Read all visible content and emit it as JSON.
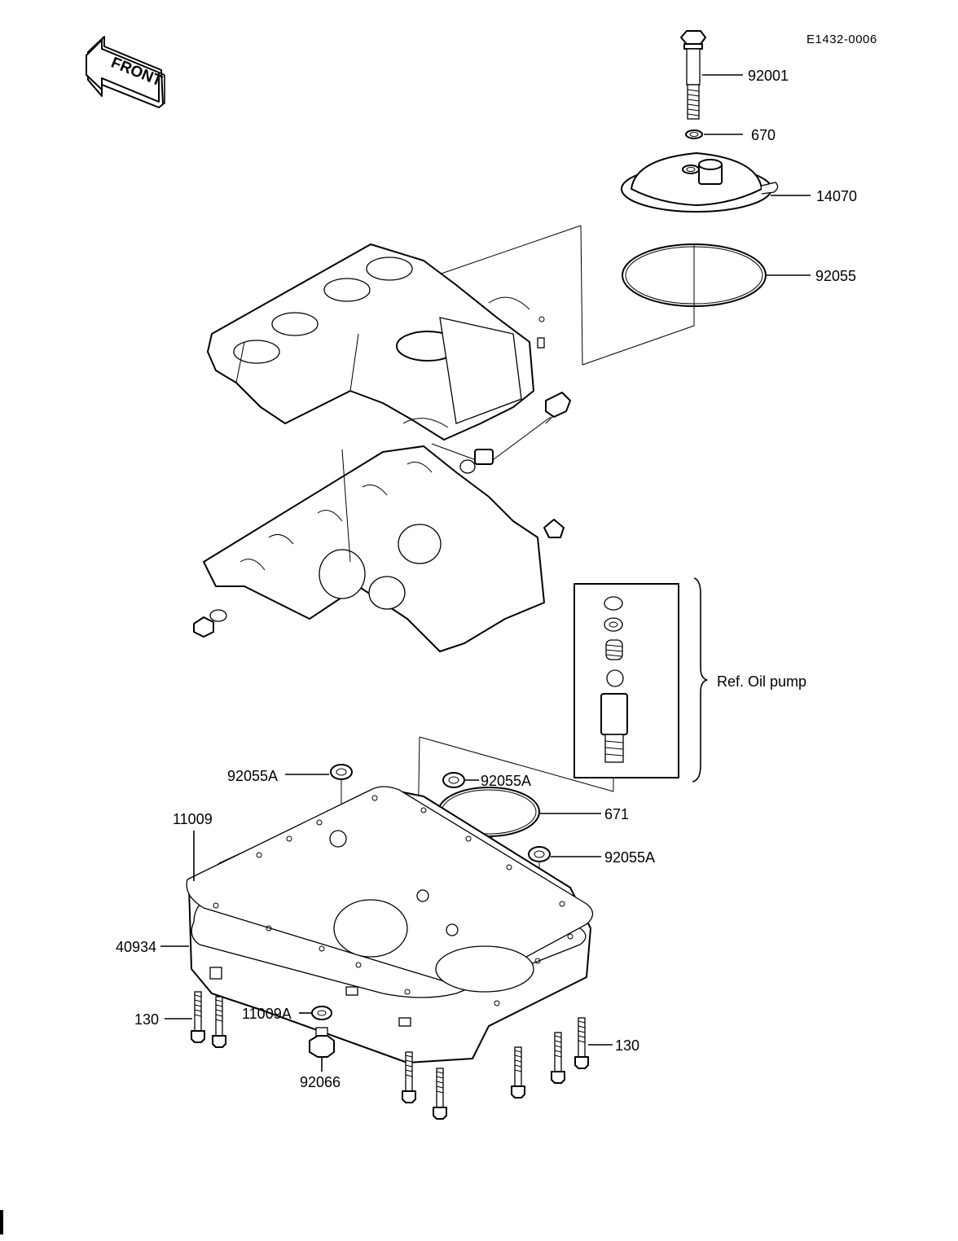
{
  "diagram_code": "E1432-0006",
  "front_arrow_label": "FRONT",
  "ref_label": "Ref.  Oil pump",
  "part_labels": {
    "p92001": "92001",
    "p670": "670",
    "p14070": "14070",
    "p92055": "92055",
    "p92055A_left": "92055A",
    "p92055A_mid": "92055A",
    "p92055A_right": "92055A",
    "p11009": "11009",
    "p671": "671",
    "p40934": "40934",
    "p130_left": "130",
    "p130_right": "130",
    "p11009A": "11009A",
    "p92066": "92066"
  }
}
